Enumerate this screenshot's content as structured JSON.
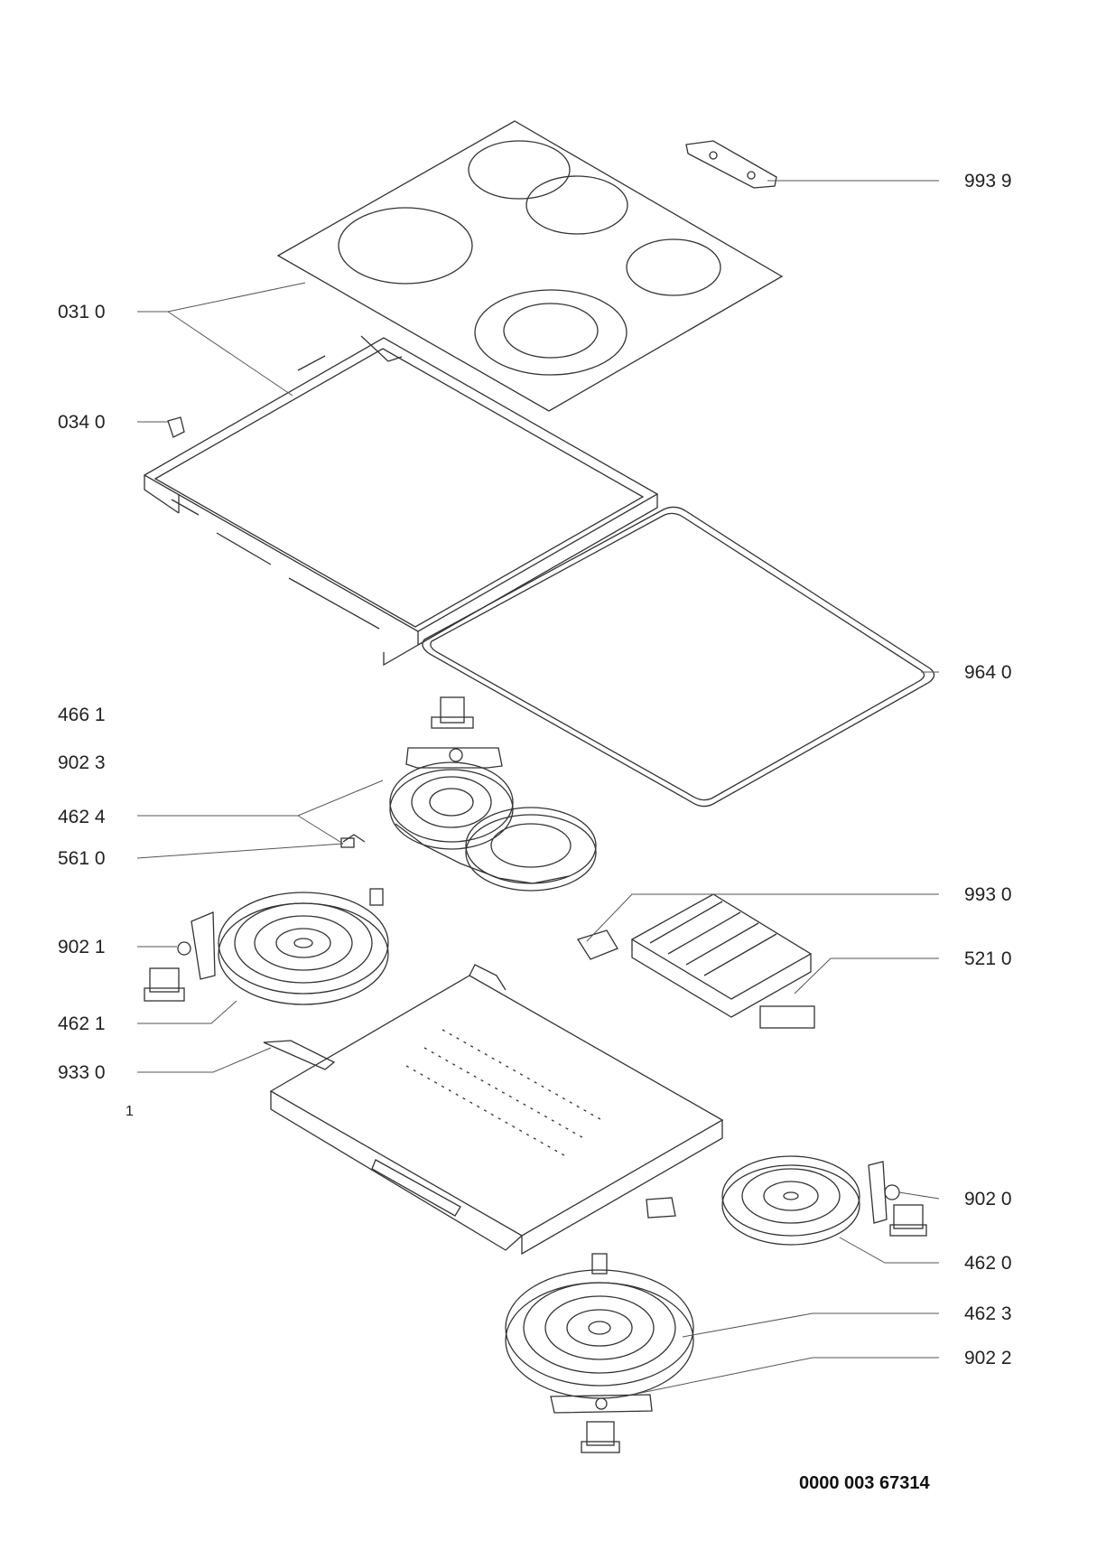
{
  "diagram": {
    "figure_number": "0000 003 67314",
    "page_marker": "1"
  },
  "labels": {
    "l_993_9": "993 9",
    "l_031_0": "031 0",
    "l_034_0": "034 0",
    "l_964_0": "964 0",
    "l_466_1": "466 1",
    "l_902_3": "902 3",
    "l_462_4": "462 4",
    "l_561_0": "561 0",
    "l_993_0": "993 0",
    "l_902_1": "902 1",
    "l_521_0": "521 0",
    "l_462_1": "462 1",
    "l_933_0": "933 0",
    "l_902_0": "902 0",
    "l_462_0": "462 0",
    "l_462_3": "462 3",
    "l_902_2": "902 2"
  },
  "colors": {
    "line": "#333333",
    "leader": "#555555",
    "background": "#ffffff"
  }
}
